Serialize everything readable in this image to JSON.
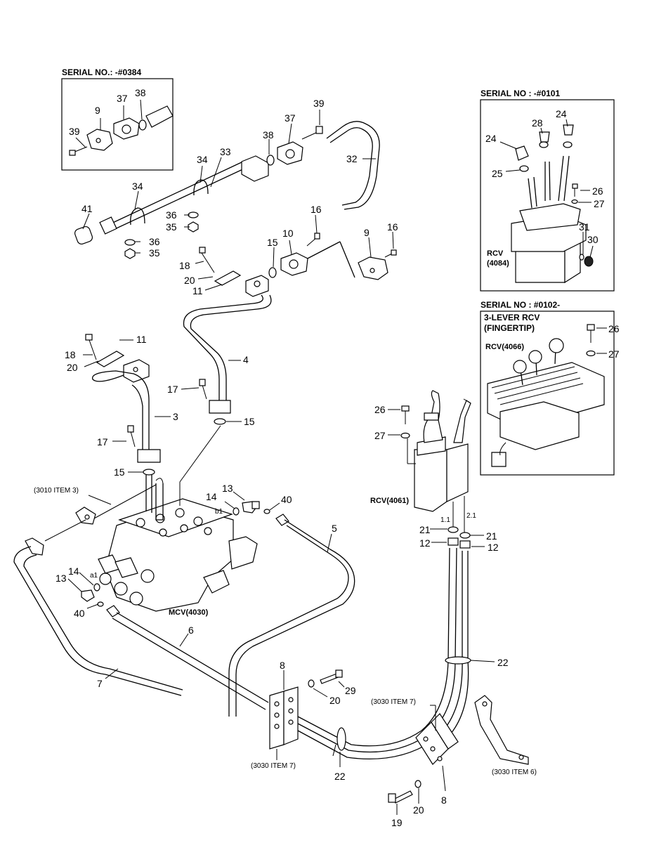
{
  "boxes": {
    "top_left": "SERIAL NO.: -#0384",
    "top_right": "SERIAL NO : -#0101",
    "mid_right": "SERIAL NO : #0102-",
    "mid_right_sub1": "3-LEVER RCV",
    "mid_right_sub2": "(FINGERTIP)"
  },
  "labels": {
    "rcv_4084_a": "RCV",
    "rcv_4084_b": "(4084)",
    "rcv_4066": "RCV(4066)",
    "rcv_4061": "RCV(4061)",
    "mcv_4030": "MCV(4030)",
    "ref_3010_item3": "(3010 ITEM 3)",
    "ref_3030_item7_a": "(3030 ITEM 7)",
    "ref_3030_item7_b": "(3030 ITEM 7)",
    "ref_3030_item6": "(3030 ITEM 6)",
    "port_a1": "a1",
    "port_b1": "b1",
    "port_11": "1.1",
    "port_21": "2.1"
  },
  "callouts": {
    "c39_a": "39",
    "c9_a": "9",
    "c37_a": "37",
    "c38_a": "38",
    "c34_a": "34",
    "c33": "33",
    "c37_b": "37",
    "c39_b": "39",
    "c38_b": "38",
    "c32": "32",
    "c34_b": "34",
    "c41": "41",
    "c36_a": "36",
    "c35_a": "35",
    "c36_b": "36",
    "c35_b": "35",
    "c16_a": "16",
    "c10": "10",
    "c15_a": "15",
    "c9_b": "9",
    "c16_b": "16",
    "c18_a": "18",
    "c20_a": "20",
    "c11_a": "11",
    "c11_b": "11",
    "c18_b": "18",
    "c20_b": "20",
    "c4": "4",
    "c17_a": "17",
    "c3": "3",
    "c15_b": "15",
    "c17_b": "17",
    "c15_c": "15",
    "c24_a": "24",
    "c28": "28",
    "c24_b": "24",
    "c25": "25",
    "c26_a": "26",
    "c27_a": "27",
    "c31": "31",
    "c30": "30",
    "c26_b": "26",
    "c27_b": "27",
    "c26_c": "26",
    "c27_c": "27",
    "c13_a": "13",
    "c40_a": "40",
    "c14_a": "14",
    "c5": "5",
    "c14_b": "14",
    "c13_b": "13",
    "c40_b": "40",
    "c6": "6",
    "c7": "7",
    "c21_a": "21",
    "c21_b": "21",
    "c12_a": "12",
    "c12_b": "12",
    "c22_a": "22",
    "c8_a": "8",
    "c29": "29",
    "c20_c": "20",
    "c22_b": "22",
    "c8_b": "8",
    "c19": "19",
    "c20_d": "20"
  }
}
